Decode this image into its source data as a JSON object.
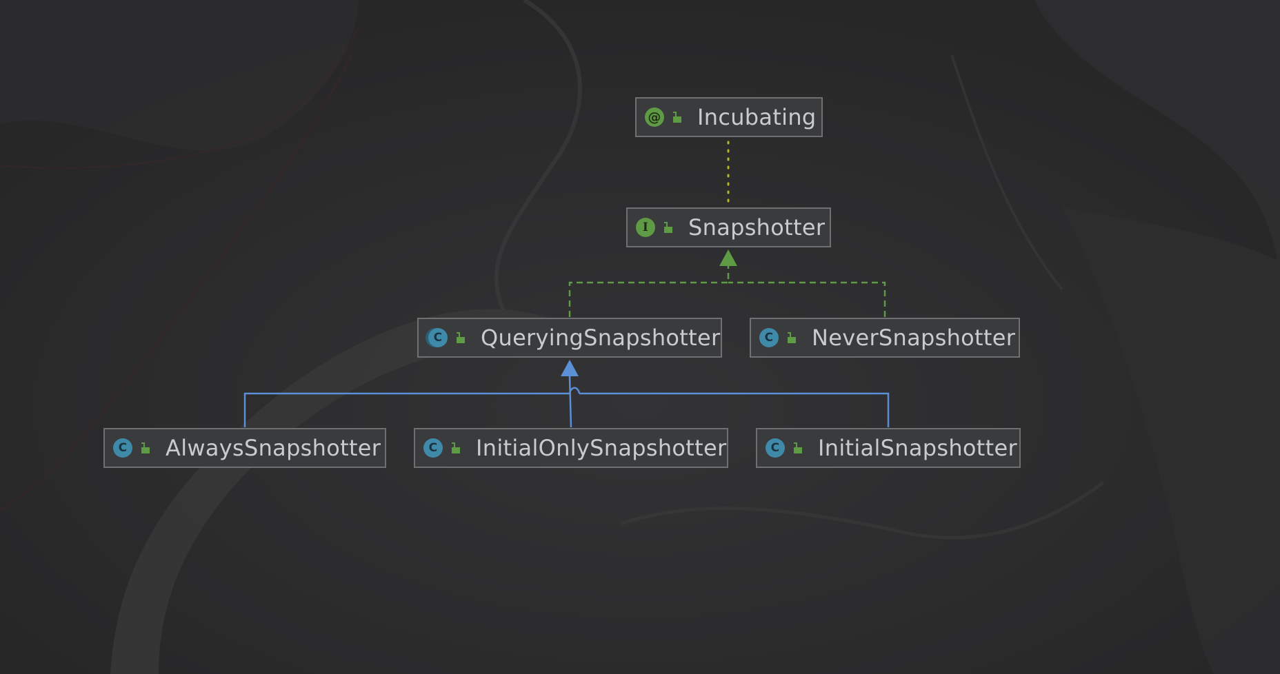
{
  "diagram": {
    "nodes": [
      {
        "id": "incubating",
        "kind": "annotation",
        "badge": "@",
        "label": "Incubating"
      },
      {
        "id": "snapshotter",
        "kind": "interface",
        "badge": "I",
        "label": "Snapshotter"
      },
      {
        "id": "querying",
        "kind": "abstract-class",
        "badge": "C",
        "label": "QueryingSnapshotter"
      },
      {
        "id": "never",
        "kind": "class",
        "badge": "C",
        "label": "NeverSnapshotter"
      },
      {
        "id": "always",
        "kind": "class",
        "badge": "C",
        "label": "AlwaysSnapshotter"
      },
      {
        "id": "initialOnly",
        "kind": "class",
        "badge": "C",
        "label": "InitialOnlySnapshotter"
      },
      {
        "id": "initial",
        "kind": "class",
        "badge": "C",
        "label": "InitialSnapshotter"
      }
    ],
    "edges": [
      {
        "from": "snapshotter",
        "to": "incubating",
        "type": "annotated-by"
      },
      {
        "from": "querying",
        "to": "snapshotter",
        "type": "implements"
      },
      {
        "from": "never",
        "to": "snapshotter",
        "type": "implements"
      },
      {
        "from": "always",
        "to": "querying",
        "type": "extends"
      },
      {
        "from": "initialOnly",
        "to": "querying",
        "type": "extends"
      },
      {
        "from": "initial",
        "to": "querying",
        "type": "extends"
      }
    ],
    "colors": {
      "background": "#2a2a2b",
      "node_fill": "#3a3b3d",
      "node_border": "#6f7072",
      "text": "#c9cbcf",
      "annotation_link": "#b7b826",
      "implements_link": "#5f9a45",
      "extends_link": "#5b8fd6",
      "class_badge": "#3f8aa8",
      "interface_badge": "#5f9a45"
    }
  }
}
